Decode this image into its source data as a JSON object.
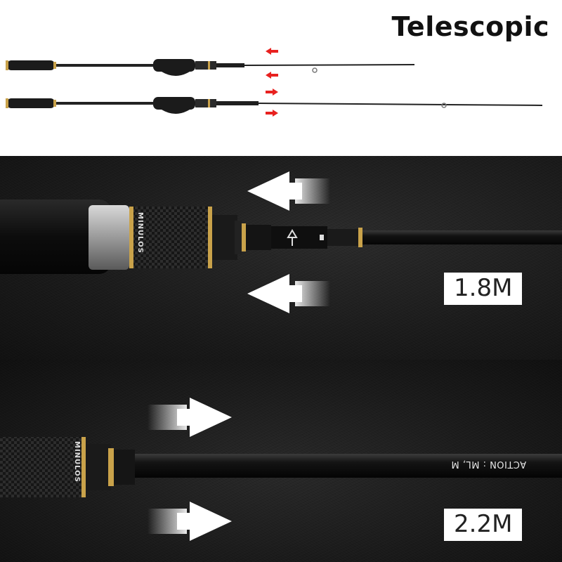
{
  "header": {
    "title": "Telescopic"
  },
  "closeup_short": {
    "length_label": "1.8M",
    "brand": "MINULOS"
  },
  "closeup_long": {
    "length_label": "2.2M",
    "action_text": "ACTION : ML, M",
    "brand": "MINULOS"
  },
  "colors": {
    "arrow_red": "#e8211f",
    "gold": "#c9a24a",
    "rod": "#1a1a1a"
  },
  "icons": {
    "arrow": "arrow-icon"
  }
}
